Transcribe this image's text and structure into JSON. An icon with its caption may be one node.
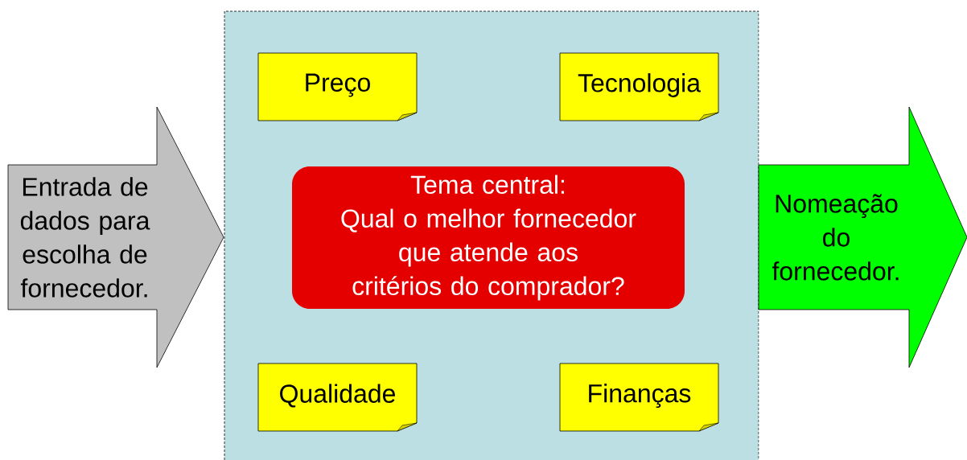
{
  "diagram": {
    "nodes": [
      {
        "text": [
          "Entrada de dados para escolha de fornecedor."
        ]
      },
      {
        "text": [],
        "shape": "box"
      },
      {
        "text": [
          "Preço"
        ],
        "in": 1
      },
      {
        "text": [
          "Tecnologia"
        ],
        "in": 1
      },
      {
        "text": [
          "Tema central:",
          "Qual o melhor fornecedor que atende aos critérios do comprador?"
        ],
        "in": 1
      },
      {
        "text": [
          "Qualidade"
        ],
        "in": 1
      },
      {
        "text": [
          "Finanças"
        ],
        "in": 1
      },
      {
        "text": [
          "Nomeação do fornecedor."
        ]
      }
    ]
  }
}
